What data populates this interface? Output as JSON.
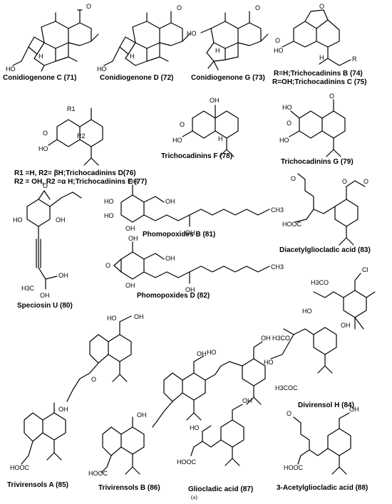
{
  "compounds": [
    {
      "name": "Conidiogenone C (71)"
    },
    {
      "name": "Conidiogenone D (72)"
    },
    {
      "name": "Conidiogenone G (73)"
    },
    {
      "name": "R=H;Trichocadinins B (74)",
      "name2": "R=OH;Trichocadinins C (75)"
    },
    {
      "name": "R1 =H, R2= βH;Trichocadinins D(76)",
      "name2": "R2 = OH, R2 =α H;Trichocadinins E (77)"
    },
    {
      "name": "Trichocadinins F (78)"
    },
    {
      "name": "Trichocadinins G (79)"
    },
    {
      "name": "Speciosin U (80)"
    },
    {
      "name": "Phomopoxides B (81)"
    },
    {
      "name": "Diacetylgliocladic acid (83)"
    },
    {
      "name": "Phomopoxides D (82)"
    },
    {
      "name": "Divirensol H (84)"
    },
    {
      "name": "Trivirensols A (85)"
    },
    {
      "name": "Trivirensols B (86)"
    },
    {
      "name": "Gliocladic acid (87)"
    },
    {
      "name": "3-Acetylgliocladic acid (88)"
    }
  ],
  "atom_labels": {
    "o": "O",
    "ho": "HO",
    "oh": "OH",
    "h": "H",
    "r": "R",
    "r1": "R1",
    "r2": "R2",
    "cooh": "HOOC",
    "ch3": "CH3",
    "h3c": "H3C",
    "cl": "Cl",
    "h3co": "H3CO",
    "h3coc": "H3COC"
  },
  "figure_label": "(a)"
}
